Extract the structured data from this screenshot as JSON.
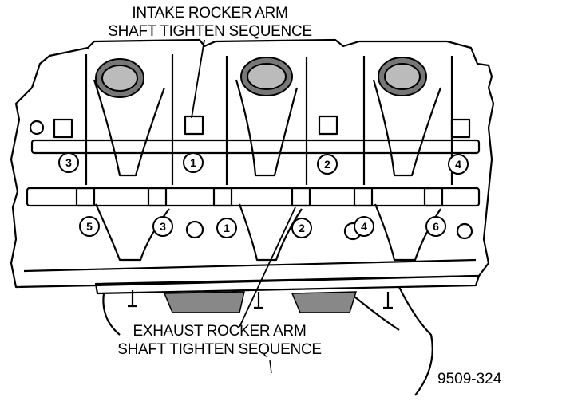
{
  "captions": {
    "intake_line1": "INTAKE ROCKER ARM",
    "intake_line2": "SHAFT TIGHTEN SEQUENCE",
    "exhaust_line1": "EXHAUST ROCKER ARM",
    "exhaust_line2": "SHAFT TIGHTEN SEQUENCE"
  },
  "figure_number": "9509-324",
  "intake_sequence": [
    "3",
    "1",
    "2",
    "4"
  ],
  "exhaust_sequence": [
    "5",
    "3",
    "1",
    "2",
    "4",
    "6"
  ]
}
